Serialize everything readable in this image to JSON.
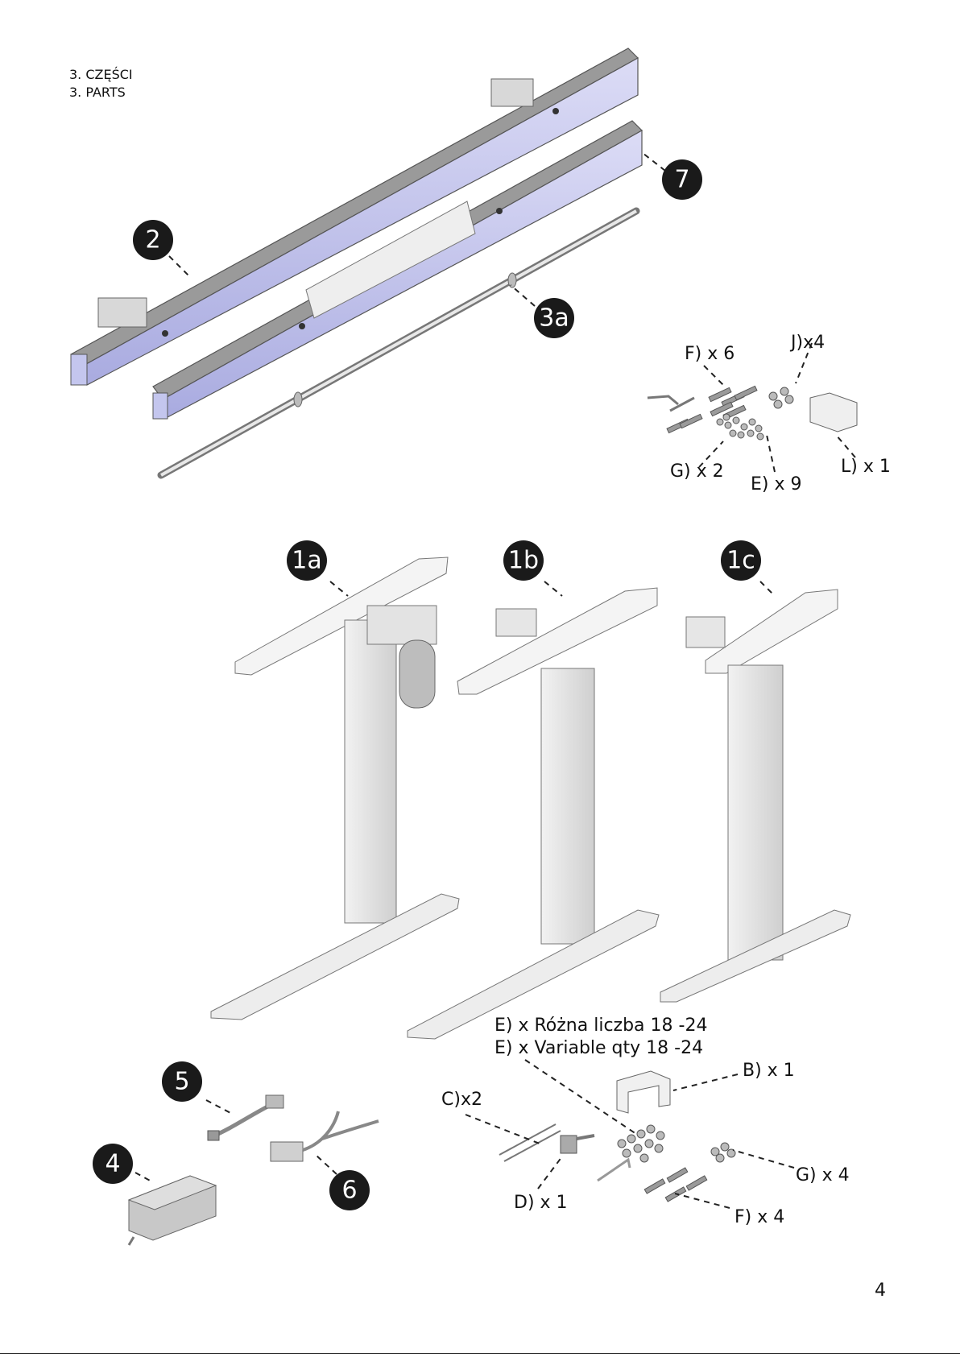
{
  "header": {
    "line_pl": "3. CZĘŚCI",
    "line_en": "3. PARTS"
  },
  "badges": {
    "b2": "2",
    "b7": "7",
    "b3a": "3a",
    "b1a": "1a",
    "b1b": "1b",
    "b1c": "1c",
    "b5": "5",
    "b4": "4",
    "b6": "6"
  },
  "top_hardware": {
    "f_x6": "F) x 6",
    "j_x4": "J)x4",
    "g_x2": "G) x 2",
    "e_x9": "E) x 9",
    "l_x1": "L) x 1"
  },
  "bottom_hardware": {
    "e_variable_pl": "E) x  Różna liczba  18 -24",
    "e_variable_en": "E) x Variable  qty  18 -24",
    "b_x1": "B) x 1",
    "c_x2": "C)x2",
    "d_x1": "D) x 1",
    "g_x4": "G) x 4",
    "f_x4": "F) x 4"
  },
  "page_number": "4",
  "colors": {
    "badge": "#1a1a1a",
    "rail_fill": "#c9cbef",
    "metal": "#e4e4e4",
    "outline": "#555555"
  }
}
